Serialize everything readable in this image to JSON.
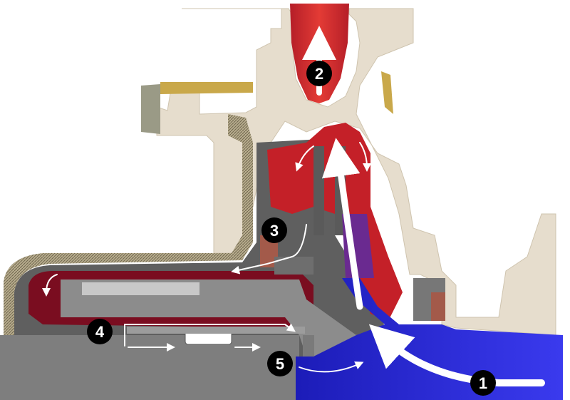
{
  "diagram": {
    "callouts": [
      {
        "number": "1"
      },
      {
        "number": "2"
      },
      {
        "number": "3"
      },
      {
        "number": "4"
      },
      {
        "number": "5"
      }
    ],
    "colors": {
      "casing": "#e6ddcd",
      "discharge_red": "#d42a2a",
      "dark_red": "#8a0f22",
      "suction_blue": "#2a2ad6",
      "steel_gray": "#8a8a8a",
      "dark_gray": "#5a5a5a",
      "brass": "#c9a84a",
      "callout_bg": "#000000",
      "arrow": "#ffffff"
    }
  }
}
